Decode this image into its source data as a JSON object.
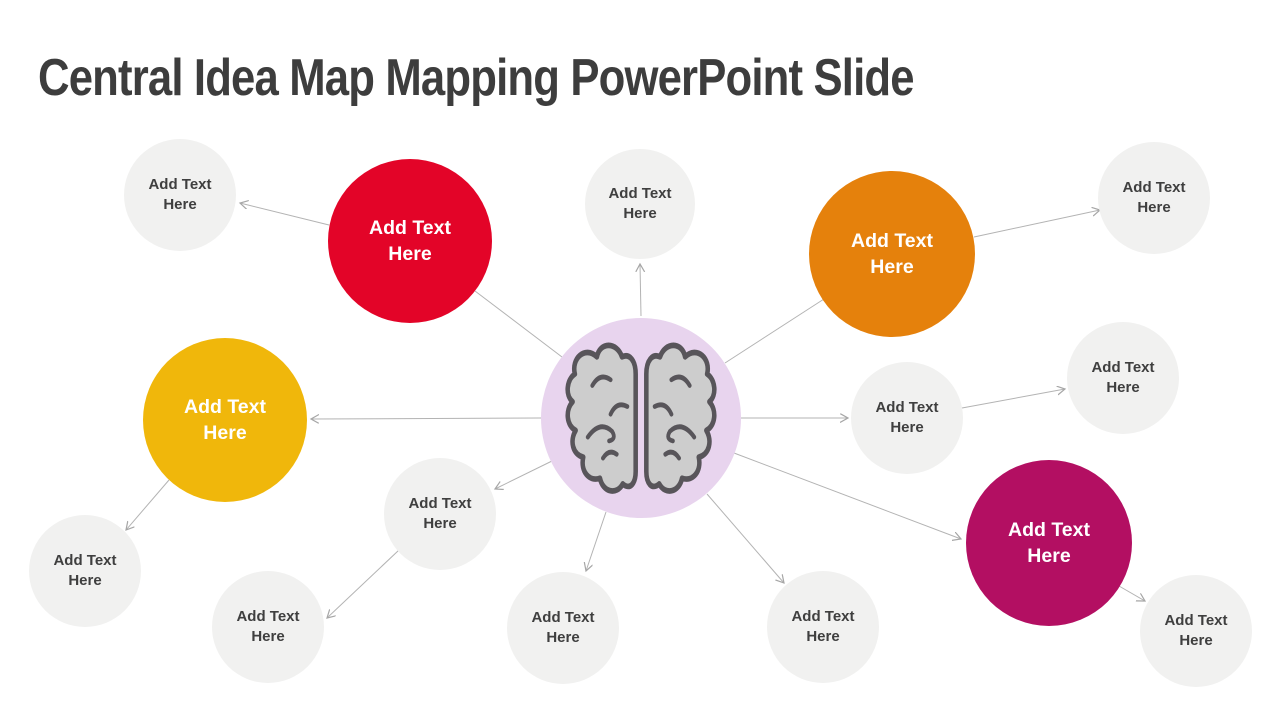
{
  "slide_title": "Central Idea Map Mapping PowerPoint Slide",
  "central": {
    "icon": "brain-icon",
    "fill": "#e8d4ee",
    "brain_fill": "#cdcdcd",
    "brain_stroke": "#58555a"
  },
  "colors": {
    "red": "#e30428",
    "orange": "#e5810c",
    "yellow": "#f0b70b",
    "magenta": "#b30f62",
    "gray_node": "#f1f1f0",
    "connector_line": "#b3b3b3",
    "title_text": "#3d3d3d",
    "node_text_dark": "#3f3f3f",
    "node_text_light": "#ffffff"
  },
  "nodes": {
    "red_main": {
      "label": "Add Text Here",
      "fill": "#e30428"
    },
    "orange_main": {
      "label": "Add Text Here",
      "fill": "#e5810c"
    },
    "yellow_main": {
      "label": "Add Text Here",
      "fill": "#f0b70b"
    },
    "magenta_main": {
      "label": "Add Text Here",
      "fill": "#b30f62"
    },
    "top_left_gray": {
      "label": "Add Text Here",
      "fill": "#f1f1f0"
    },
    "top_center_gray": {
      "label": "Add Text Here",
      "fill": "#f1f1f0"
    },
    "top_right_gray": {
      "label": "Add Text Here",
      "fill": "#f1f1f0"
    },
    "right_mid_gray": {
      "label": "Add Text Here",
      "fill": "#f1f1f0"
    },
    "right_upper_gray": {
      "label": "Add Text Here",
      "fill": "#f1f1f0"
    },
    "bottom_far_left_gray": {
      "label": "Add Text Here",
      "fill": "#f1f1f0"
    },
    "mid_bottom_left_gray": {
      "label": "Add Text Here",
      "fill": "#f1f1f0"
    },
    "bottom_left_gray": {
      "label": "Add Text Here",
      "fill": "#f1f1f0"
    },
    "bottom_center_gray": {
      "label": "Add Text Here",
      "fill": "#f1f1f0"
    },
    "bottom_right_gray": {
      "label": "Add Text Here",
      "fill": "#f1f1f0"
    },
    "bottom_far_right_gray": {
      "label": "Add Text Here",
      "fill": "#f1f1f0"
    }
  }
}
